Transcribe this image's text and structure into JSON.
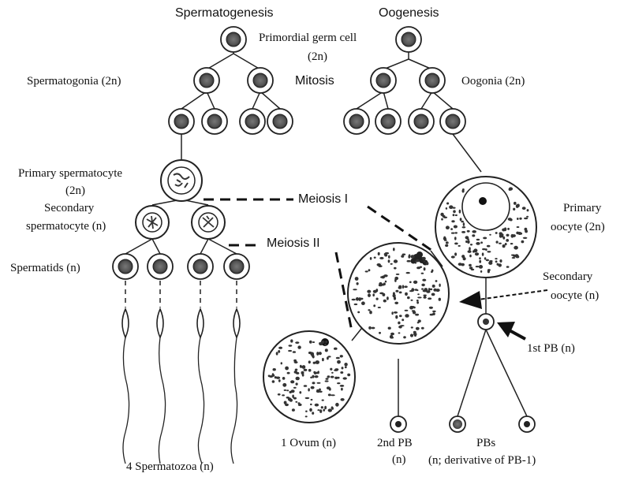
{
  "titles": {
    "spermatogenesis": "Spermatogenesis",
    "oogenesis": "Oogenesis"
  },
  "labels": {
    "primordial_germ_cell": "Primordial germ cell",
    "primordial_ploidy": "(2n)",
    "mitosis": "Mitosis",
    "spermatogonia": "Spermatogonia (2n)",
    "oogonia": "Oogonia (2n)",
    "primary_spermatocyte": "Primary spermatocyte",
    "primary_spermatocyte_ploidy": "(2n)",
    "secondary_spermatocyte_line1": "Secondary",
    "secondary_spermatocyte_line2": "spermatocyte (n)",
    "meiosis_1": "Meiosis I",
    "meiosis_2": "Meiosis II",
    "spermatids": "Spermatids (n)",
    "primary_oocyte_line1": "Primary",
    "primary_oocyte_line2": "oocyte (2n)",
    "secondary_oocyte_line1": "Secondary",
    "secondary_oocyte_line2": "oocyte (n)",
    "first_pb": "1st PB (n)",
    "ovum": "1 Ovum  (n)",
    "second_pb_line1": "2nd PB",
    "second_pb_line2": "(n)",
    "pbs_line1": "PBs",
    "pbs_line2": "(n; derivative of PB-1)",
    "spermatozoa": "4 Spermatozoa (n)"
  }
}
